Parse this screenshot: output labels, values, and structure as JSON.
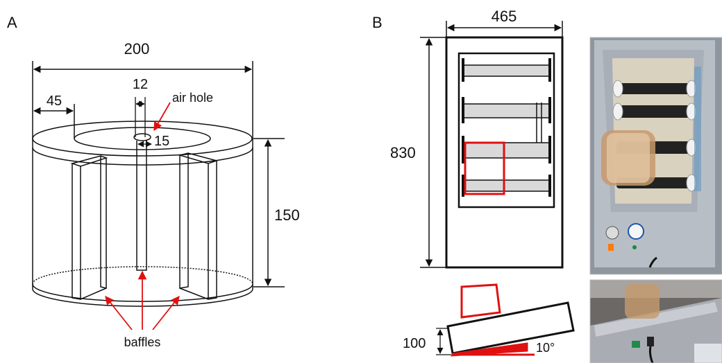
{
  "panel_a": {
    "label": "A",
    "dim_width": "200",
    "dim_baffle_gap": "45",
    "dim_hole": "12",
    "dim_airhole": "15",
    "dim_height": "150",
    "airhole_label": "air hole",
    "baffles_label": "baffles"
  },
  "panel_b": {
    "label": "B",
    "dim_width": "465",
    "dim_height": "830",
    "dim_lift": "100",
    "angle": "10°"
  },
  "colors": {
    "line": "#111111",
    "highlight": "#e01010",
    "roller_fill": "#d9d9d9"
  }
}
